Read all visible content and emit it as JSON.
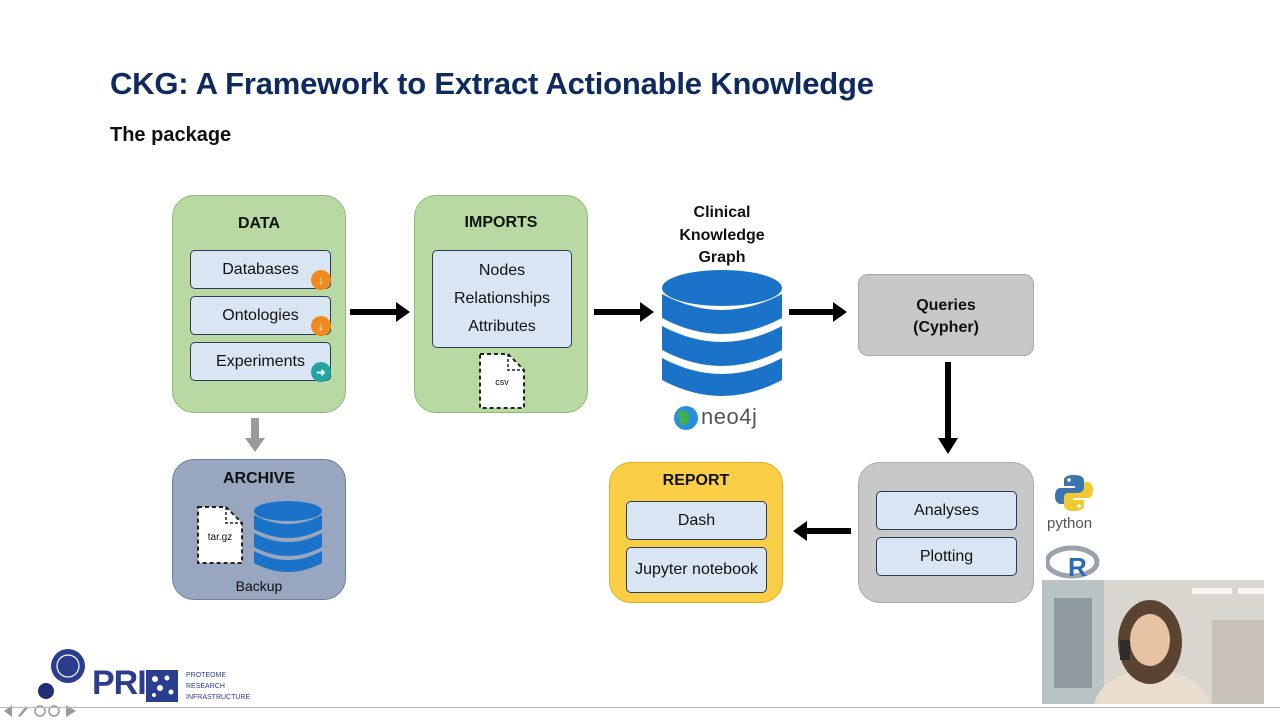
{
  "slide": {
    "title": "CKG: A Framework to Extract Actionable Knowledge",
    "subtitle": "The package"
  },
  "data_panel": {
    "title": "DATA",
    "items": [
      {
        "label": "Databases",
        "icon": "download-icon"
      },
      {
        "label": "Ontologies",
        "icon": "download-icon"
      },
      {
        "label": "Experiments",
        "icon": "share-icon"
      }
    ]
  },
  "imports_panel": {
    "title": "IMPORTS",
    "items": [
      "Nodes",
      "Relationships",
      "Attributes"
    ],
    "file_label": "csv"
  },
  "graph": {
    "title_lines": [
      "Clinical",
      "Knowledge",
      "Graph"
    ],
    "logo_text": "neo4j"
  },
  "queries_panel": {
    "lines": [
      "Queries",
      "(Cypher)"
    ]
  },
  "archive_panel": {
    "title": "ARCHIVE",
    "file_label": "tar.gz",
    "caption": "Backup"
  },
  "analysis_panel": {
    "items": [
      "Analyses",
      "Plotting"
    ],
    "python_label": "python",
    "r_label": "R"
  },
  "report_panel": {
    "title": "REPORT",
    "items": [
      "Dash",
      "Jupyter notebook"
    ]
  },
  "footer": {
    "logo_text": "PRI",
    "org_lines": [
      "PROTEOME",
      "RESEARCH",
      "INFRASTRUCTURE"
    ]
  },
  "colors": {
    "title": "#0f2a5f",
    "green_panel": "#b9d9a3",
    "archive_panel": "#98a7bf",
    "gray_panel": "#c8c8c8",
    "report_panel": "#fbcf45",
    "item_box": "#dae5f3",
    "db_blue": "#1a73c8"
  }
}
